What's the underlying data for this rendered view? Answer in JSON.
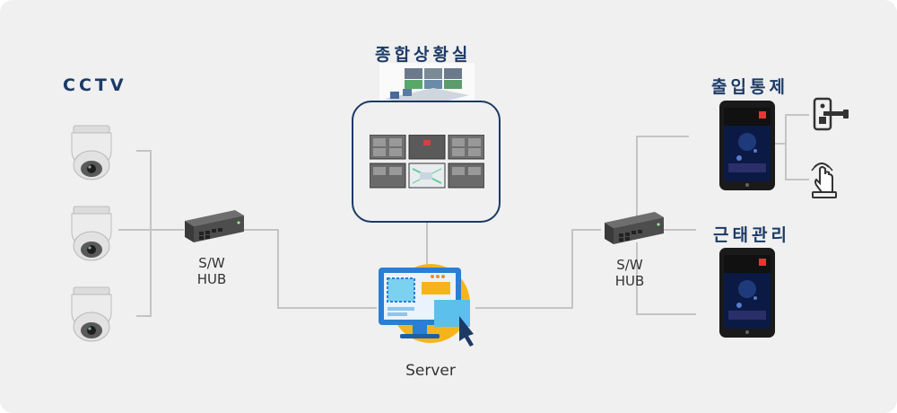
{
  "labels": {
    "cctv": "CCTV",
    "control_room": "종합상황실",
    "access_control": "출입통제",
    "attendance": "근태관리",
    "hub_left": [
      "S/W",
      "HUB"
    ],
    "hub_right": [
      "S/W",
      "HUB"
    ],
    "server": "Server"
  },
  "icons": {
    "cameras": [
      "dome-camera-icon",
      "dome-camera-icon",
      "dome-camera-icon"
    ],
    "switch": "network-switch-icon",
    "server": "server-monitor-icon",
    "terminal": "face-recognition-terminal-icon",
    "door_lock": "door-lock-icon",
    "exit_button": "exit-button-icon",
    "video_wall": "video-wall-icon",
    "control_room_photo": "control-room-icon"
  },
  "colors": {
    "background": "#f0f0f0",
    "title": "#1c3a66",
    "line": "#c4c4c4",
    "server_circle": "#f6b41c",
    "server_monitor": "#2a7fd4"
  }
}
